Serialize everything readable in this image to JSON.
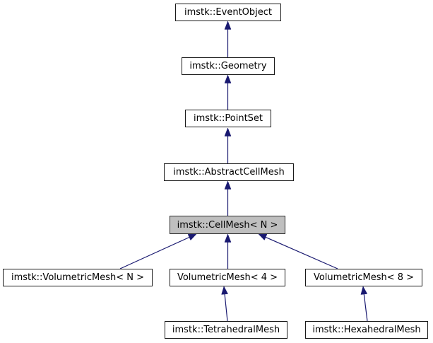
{
  "diagram": {
    "type": "class-inheritance-graph",
    "highlighted_node": "imstk::CellMesh< N >",
    "colors": {
      "arrow": "#191970",
      "node_fill": "#ffffff",
      "highlight_fill": "#bfbfbf",
      "border": "#1a1a1a",
      "background": "#ffffff"
    },
    "nodes": [
      {
        "id": "event-object",
        "label": "imstk::EventObject",
        "highlighted": false
      },
      {
        "id": "geometry",
        "label": "imstk::Geometry",
        "highlighted": false
      },
      {
        "id": "point-set",
        "label": "imstk::PointSet",
        "highlighted": false
      },
      {
        "id": "abstract-cell-mesh",
        "label": "imstk::AbstractCellMesh",
        "highlighted": false
      },
      {
        "id": "cell-mesh",
        "label": "imstk::CellMesh< N >",
        "highlighted": true
      },
      {
        "id": "volumetric-mesh-n",
        "label": "imstk::VolumetricMesh< N >",
        "highlighted": false
      },
      {
        "id": "volumetric-mesh-4",
        "label": "VolumetricMesh< 4 >",
        "highlighted": false
      },
      {
        "id": "volumetric-mesh-8",
        "label": "VolumetricMesh< 8 >",
        "highlighted": false
      },
      {
        "id": "tetrahedral-mesh",
        "label": "imstk::TetrahedralMesh",
        "highlighted": false
      },
      {
        "id": "hexahedral-mesh",
        "label": "imstk::HexahedralMesh",
        "highlighted": false
      }
    ],
    "edges": [
      {
        "child": "geometry",
        "parent": "event-object"
      },
      {
        "child": "point-set",
        "parent": "geometry"
      },
      {
        "child": "abstract-cell-mesh",
        "parent": "point-set"
      },
      {
        "child": "cell-mesh",
        "parent": "abstract-cell-mesh"
      },
      {
        "child": "volumetric-mesh-n",
        "parent": "cell-mesh"
      },
      {
        "child": "volumetric-mesh-4",
        "parent": "cell-mesh"
      },
      {
        "child": "volumetric-mesh-8",
        "parent": "cell-mesh"
      },
      {
        "child": "tetrahedral-mesh",
        "parent": "volumetric-mesh-4"
      },
      {
        "child": "hexahedral-mesh",
        "parent": "volumetric-mesh-8"
      }
    ]
  }
}
